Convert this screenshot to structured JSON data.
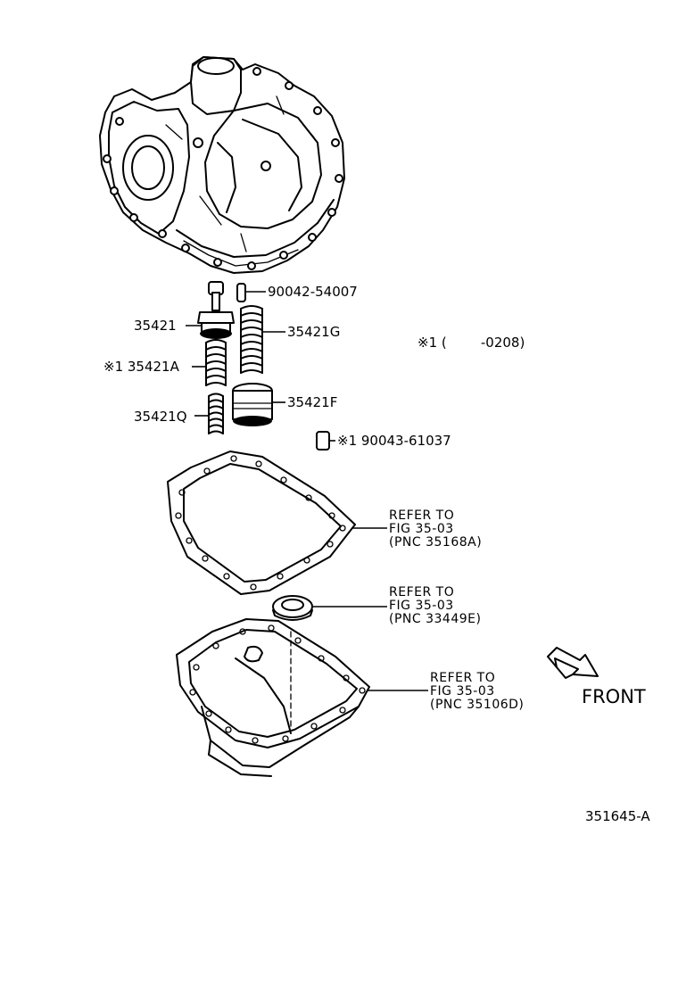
{
  "diagram": {
    "labels": {
      "p90042": "90042-54007",
      "p35421": "35421",
      "p35421G": "35421G",
      "note1": "※1 (        -0208)",
      "p35421A": "※1 35421A",
      "p35421F": "35421F",
      "p35421Q": "35421Q",
      "p90043": "※1 90043-61037"
    },
    "refs": [
      {
        "line1": "REFER TO",
        "line2": "FIG 35-03",
        "line3": "(PNC 35168A)"
      },
      {
        "line1": "REFER TO",
        "line2": "FIG 35-03",
        "line3": "(PNC 33449E)"
      },
      {
        "line1": "REFER TO",
        "line2": "FIG 35-03",
        "line3": "(PNC 35106D)"
      }
    ],
    "front_label": "FRONT",
    "figure_id": "351645-A"
  }
}
